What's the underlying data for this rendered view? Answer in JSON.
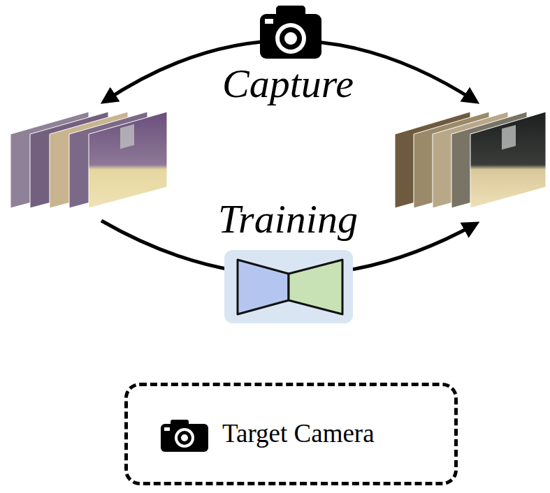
{
  "diagram": {
    "nodes": [
      {
        "text": [
          "Target Camera"
        ]
      }
    ],
    "labels": [
      "Capture",
      "Training"
    ]
  }
}
